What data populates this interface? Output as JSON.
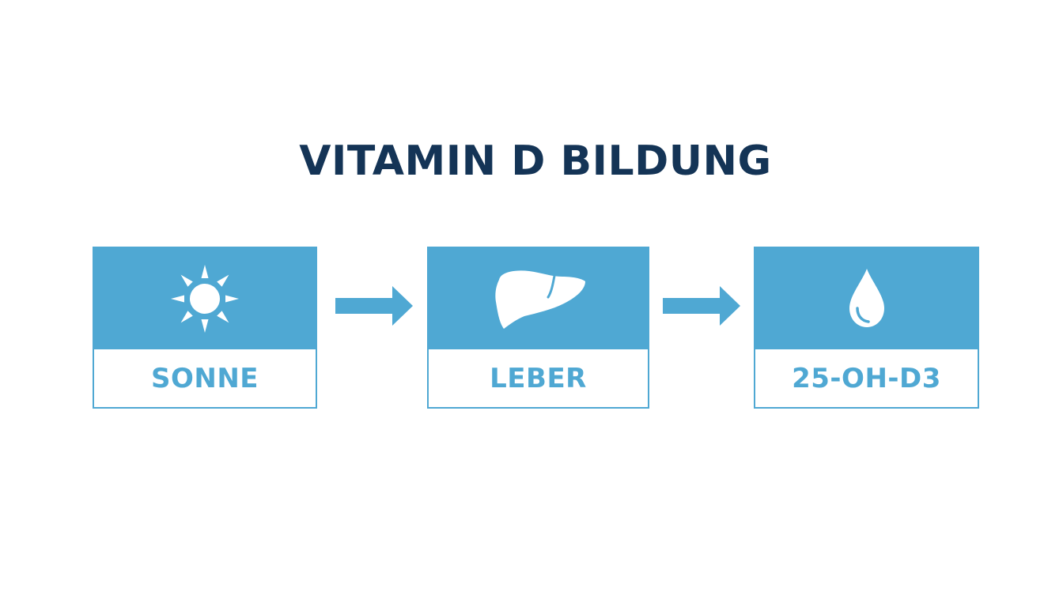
{
  "title": "VITAMIN D BILDUNG",
  "colors": {
    "title": "#143456",
    "accent": "#4fa8d3",
    "background": "#ffffff"
  },
  "steps": [
    {
      "label": "SONNE",
      "icon": "sun-icon"
    },
    {
      "label": "LEBER",
      "icon": "liver-icon"
    },
    {
      "label": "25-OH-D3",
      "icon": "drop-icon"
    }
  ]
}
